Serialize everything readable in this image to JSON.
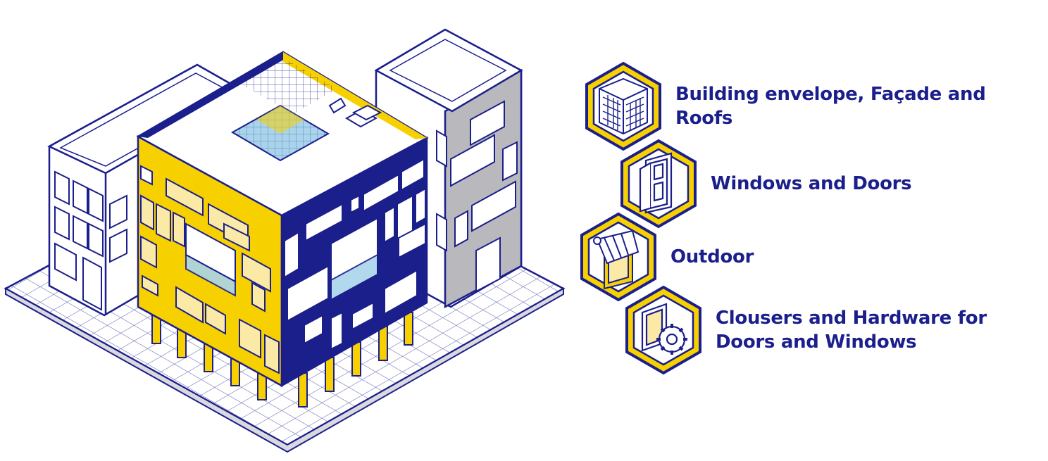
{
  "categories": [
    {
      "label": "Building envelope, Façade and Roofs",
      "icon": "building-facade-icon"
    },
    {
      "label": "Windows and Doors",
      "icon": "door-icon"
    },
    {
      "label": "Outdoor",
      "icon": "awning-icon"
    },
    {
      "label": "Clousers and Hardware for Doors and Windows",
      "icon": "window-gear-icon"
    }
  ],
  "colors": {
    "navy": "#1b1f8c",
    "yellow": "#f7d000",
    "light_yellow": "#fbeaa6",
    "gray": "#b8b8bd",
    "glass": "#a9d4ec",
    "white": "#ffffff"
  }
}
